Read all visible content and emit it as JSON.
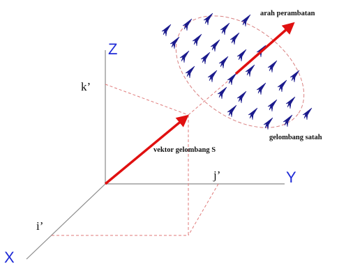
{
  "axes": {
    "x_label": "X",
    "y_label": "Y",
    "z_label": "Z",
    "axis_label_color": "#1f2bd6",
    "axis_line_color": "#8a8a8a"
  },
  "components": {
    "i_label": "i’",
    "j_label": "j’",
    "k_label": "k’",
    "projection_color": "#e07a7a"
  },
  "vectors": {
    "wave_vector_label": "vektor gelombang S",
    "propagation_label": "arah perambatan",
    "vector_color": "#e01010"
  },
  "wavefront": {
    "label": "gelombang satah",
    "boundary_color": "#d98080",
    "arrow_color": "#1a1a8c",
    "arrow_icon": "navy-arrow-icon"
  }
}
